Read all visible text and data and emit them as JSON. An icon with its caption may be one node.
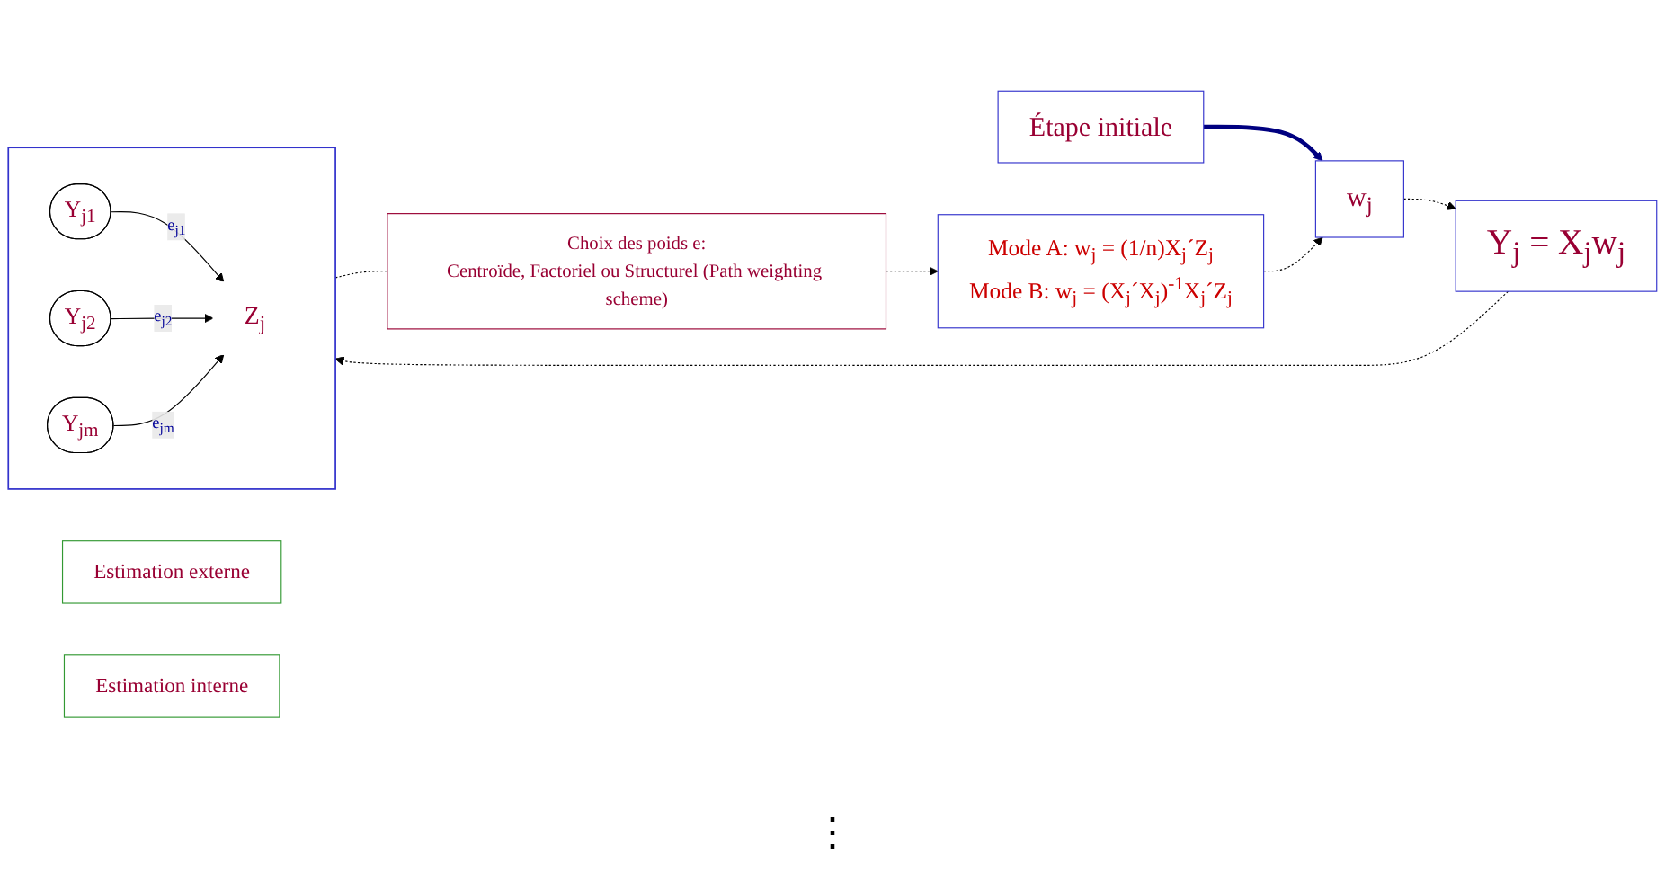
{
  "diagram": {
    "nodes": [
      {
        "text": [
          "Étape initiale"
        ]
      },
      {
        "text": [
          "w$_{j}$"
        ]
      },
      {
        "text": [
          "Y$_{j}$ = X$_{j}$w$_{j}$"
        ]
      },
      {
        "text": [
          "Estimation externe"
        ]
      },
      {
        "text": [],
        "shape": "box"
      },
      {
        "text": [
          "Y$_{j1}$"
        ],
        "in": 4
      },
      {
        "text": [
          "Y$_{j2}$"
        ],
        "in": 4
      },
      {
        "text": [
          "Y$_{jm}$"
        ],
        "in": 4
      },
      {
        "text": [
          "Z$_{j}$"
        ],
        "in": 4
      },
      {
        "text": [
          "Estimation interne"
        ]
      },
      {
        "text": [
          "Mode A: w$_{j}$ = (1/n)X$_{j}$´Z$_{j}$",
          "Mode B: w$_{j}$ = (X$_{j}$´X$_{j}$)$^{-1}$X$_{j}$´Z$_{j}$"
        ]
      },
      {
        "text": [
          "Choix des poids e:",
          "Centroïde, Factoriel ou Structurel (Path weighting scheme)"
        ]
      }
    ],
    "edges": [
      {
        "from": 0,
        "to": 1,
        "arrow": "to",
        "style": "thick",
        "color": "#000080"
      },
      {
        "from": 1,
        "to": 2,
        "arrow": "to",
        "style": "dashed"
      },
      {
        "from": 2,
        "to": 4,
        "arrow": "to",
        "style": "dashed"
      },
      {
        "from": 5,
        "to": 8,
        "arrow": "to",
        "label": "e$_{j1}$"
      },
      {
        "from": 6,
        "to": 8,
        "arrow": "to",
        "label": "e$_{j2}$"
      },
      {
        "from": 7,
        "to": 8,
        "arrow": "to",
        "label": "e$_{jm}$"
      },
      {
        "from": 4,
        "to": 11,
        "arrow": "none",
        "style": "dashed"
      },
      {
        "from": 11,
        "to": 10,
        "arrow": "to",
        "style": "dashed"
      },
      {
        "from": 10,
        "to": 1,
        "arrow": "to",
        "style": "dashed"
      }
    ],
    "labels": [
      "⋮"
    ]
  }
}
